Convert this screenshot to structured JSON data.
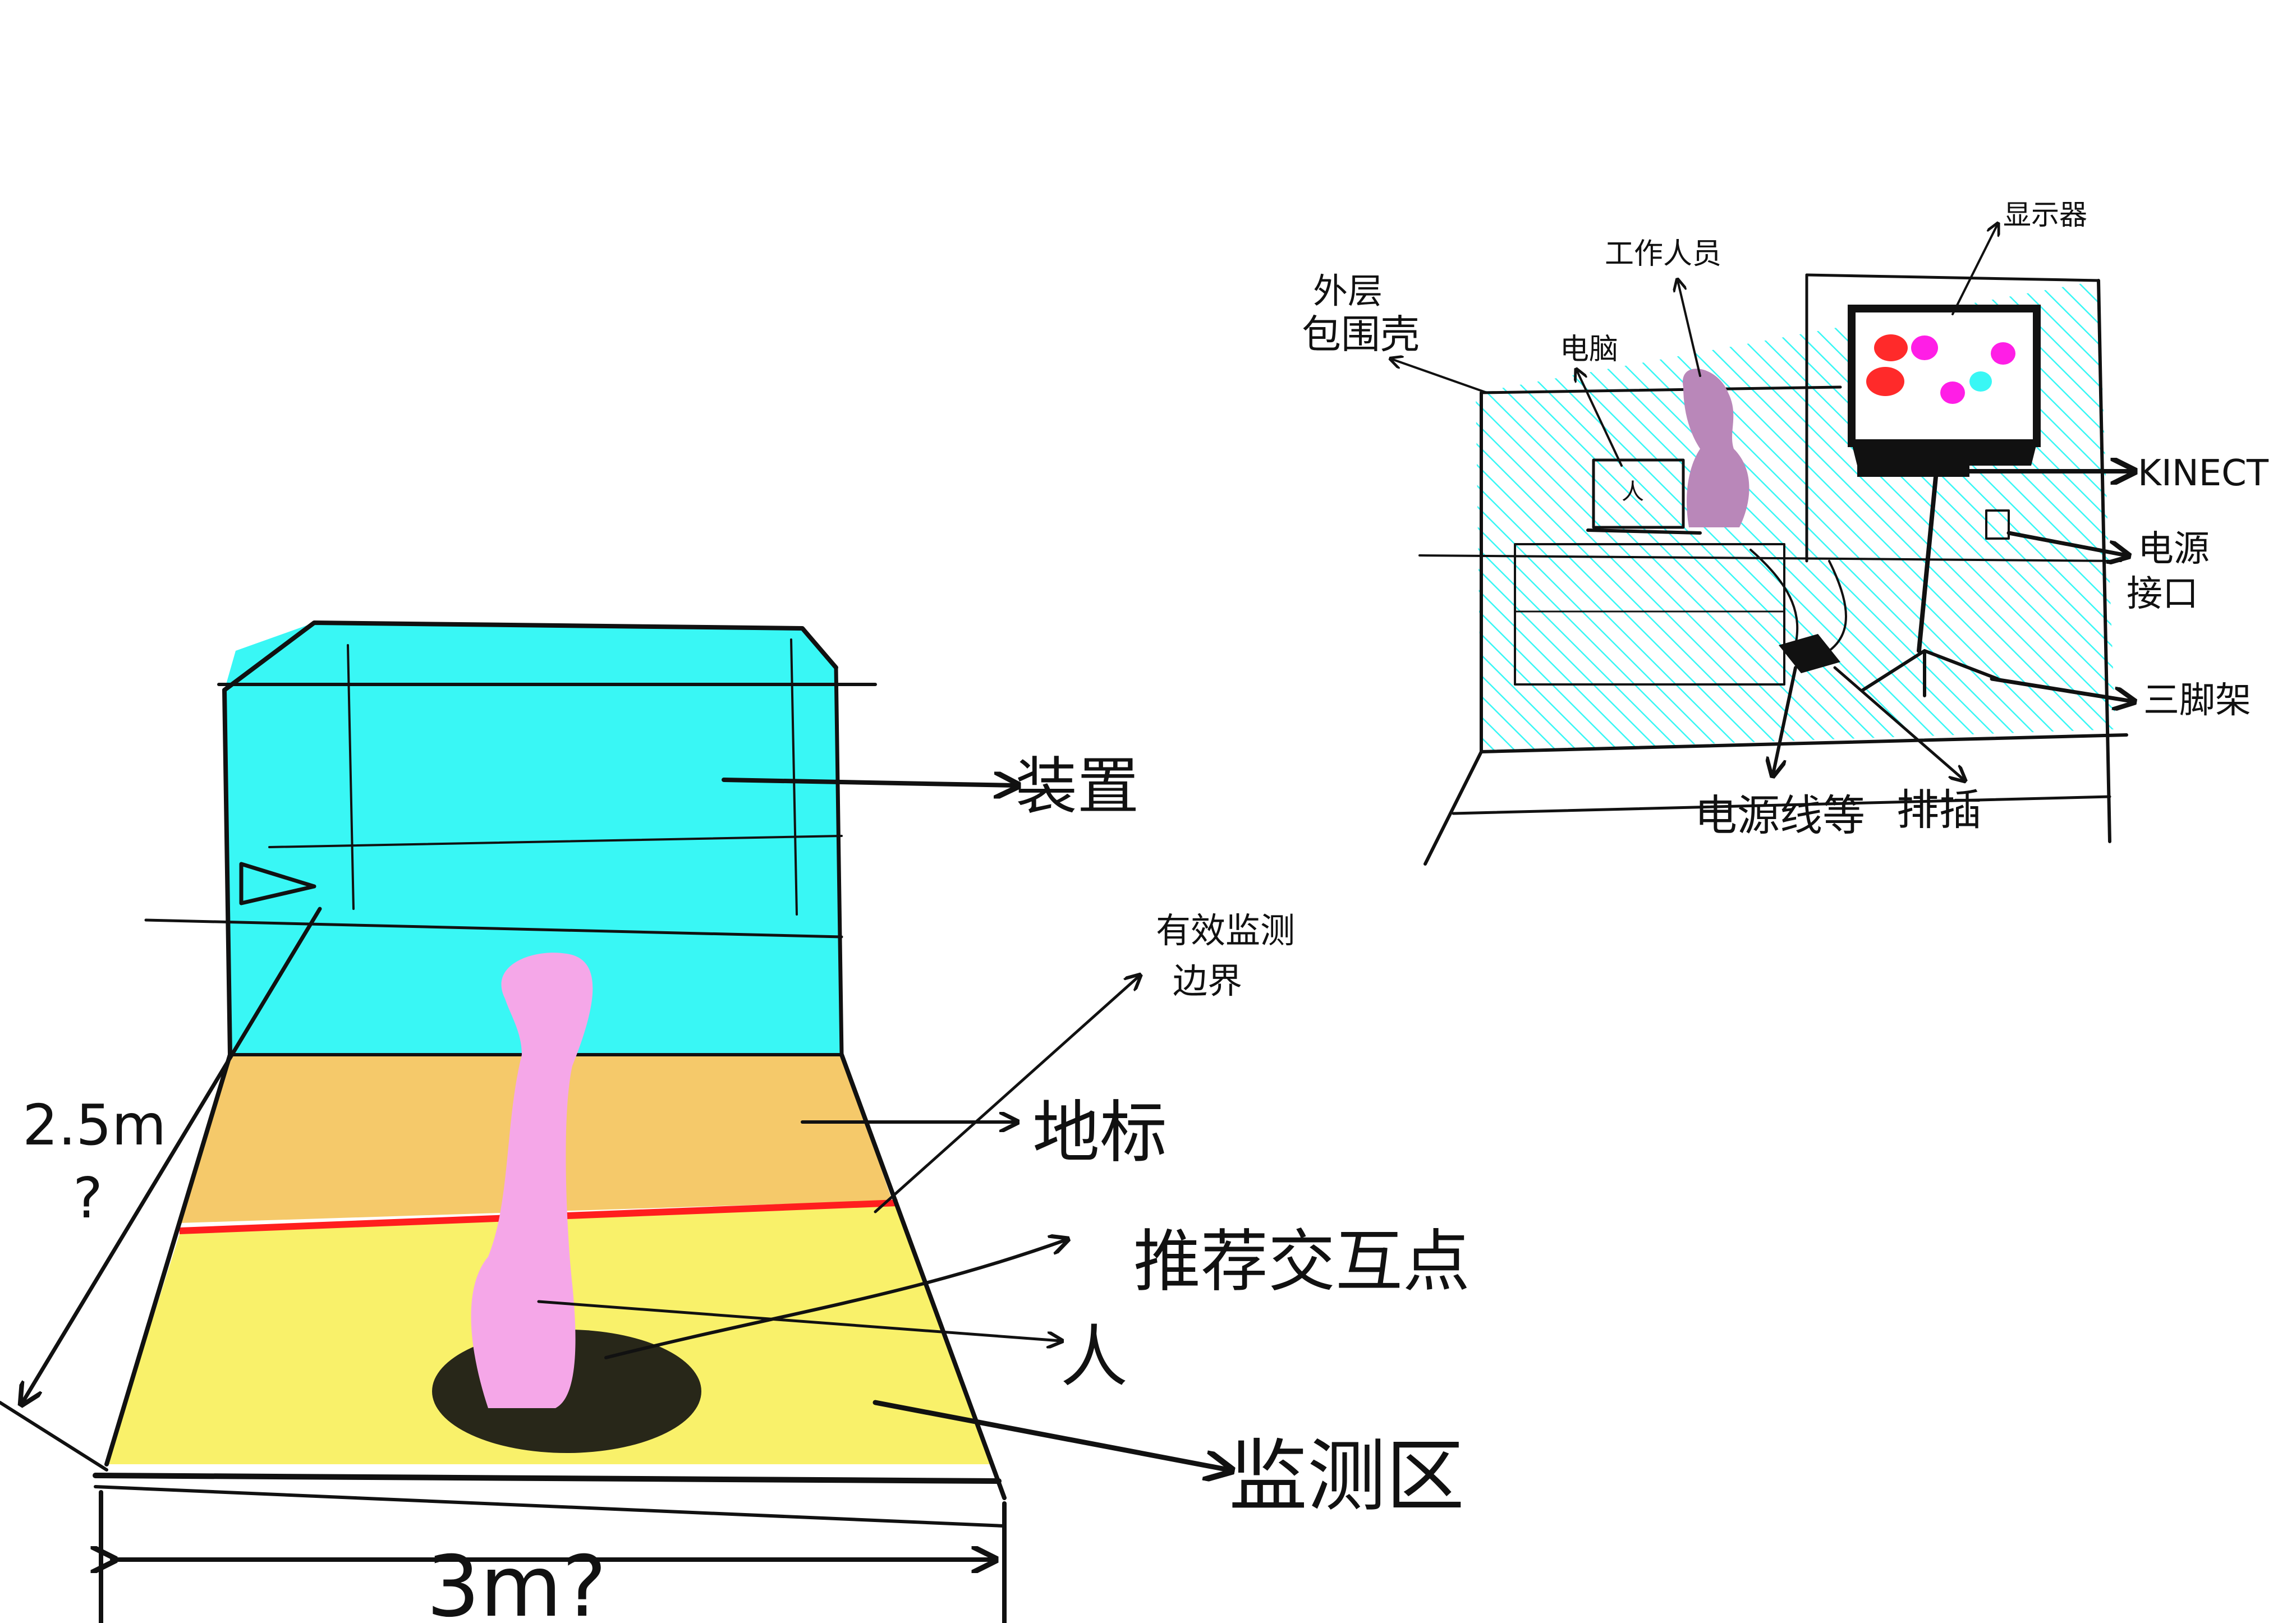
{
  "left_sketch": {
    "labels": {
      "device": "装置",
      "effective_boundary_line1": "有效监测",
      "effective_boundary_line2": "边界",
      "floor_marker": "地标",
      "recommended_point": "推荐交互点",
      "person": "人",
      "monitoring_area": "监测区",
      "depth": "2.5m",
      "depth_question": "?",
      "width": "3m?"
    },
    "colors": {
      "device_box": "#39f7f5",
      "floor_marker_band": "#f5c96a",
      "red_line": "#ff1e1e",
      "monitoring_zone": "#f9f16a",
      "figure": "#f5a7e8"
    }
  },
  "right_sketch": {
    "labels": {
      "outer_shell_line1": "外层",
      "outer_shell_line2": "包围壳",
      "worker": "工作人员",
      "computer": "电脑",
      "display": "显示器",
      "kinect": "KINECT",
      "power_port_line1": "电源",
      "power_port_line2": "接口",
      "tripod": "三脚架",
      "power_cable": "电源线等",
      "power_strip": "排插",
      "laptop_person": "人"
    },
    "colors": {
      "shell_hatch": "#39f7f5",
      "worker_figure": "#b987b9",
      "screen_dot_red": "#ff2a2a",
      "screen_dot_magenta": "#ff1ee6",
      "screen_dot_cyan": "#39f7f5"
    }
  }
}
